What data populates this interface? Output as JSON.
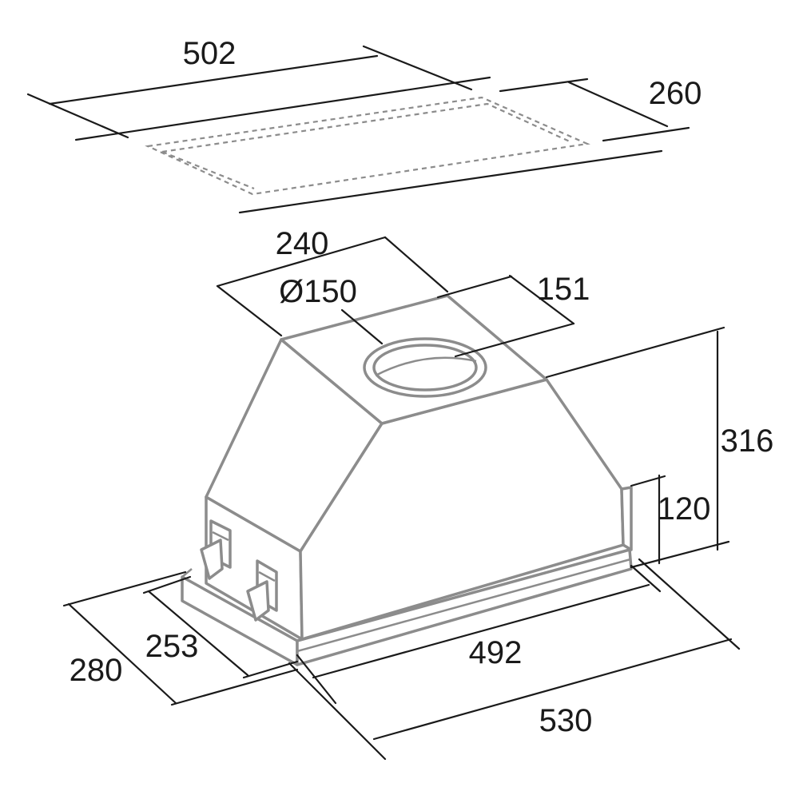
{
  "dimensions": {
    "cutout_width": "502",
    "cutout_depth": "260",
    "outlet_offset_width": "240",
    "outlet_diameter": "Ø150",
    "outlet_offset_depth": "151",
    "total_height": "316",
    "lower_height": "120",
    "inner_depth": "253",
    "outer_depth": "280",
    "inner_width": "492",
    "outer_width": "530"
  }
}
